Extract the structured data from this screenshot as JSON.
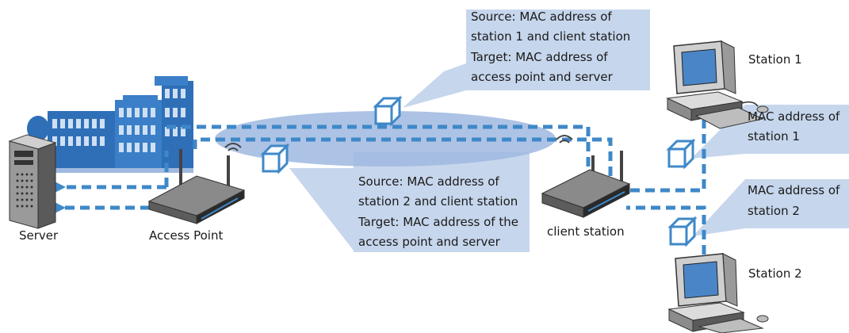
{
  "labels": {
    "server": "Server",
    "access_point": "Access Point",
    "client_station": "client station",
    "station1": "Station 1",
    "station2": "Station 2"
  },
  "callouts": {
    "top": [
      "Source: MAC address of",
      "station 1 and client station",
      "Target: MAC address of",
      "access point and server"
    ],
    "middle": [
      "Source: MAC address of",
      "station 2 and client station",
      "Target: MAC address of the",
      "access point and server"
    ],
    "station1": [
      "MAC address of",
      "station 1"
    ],
    "station2": [
      "MAC address of",
      "station 2"
    ]
  },
  "colors": {
    "dash_blue": "#3f88c8",
    "callout_fill": "#c6d6ec",
    "ellipse_fill": "#9fb9e0",
    "building_blue": "#2f6fb8"
  }
}
